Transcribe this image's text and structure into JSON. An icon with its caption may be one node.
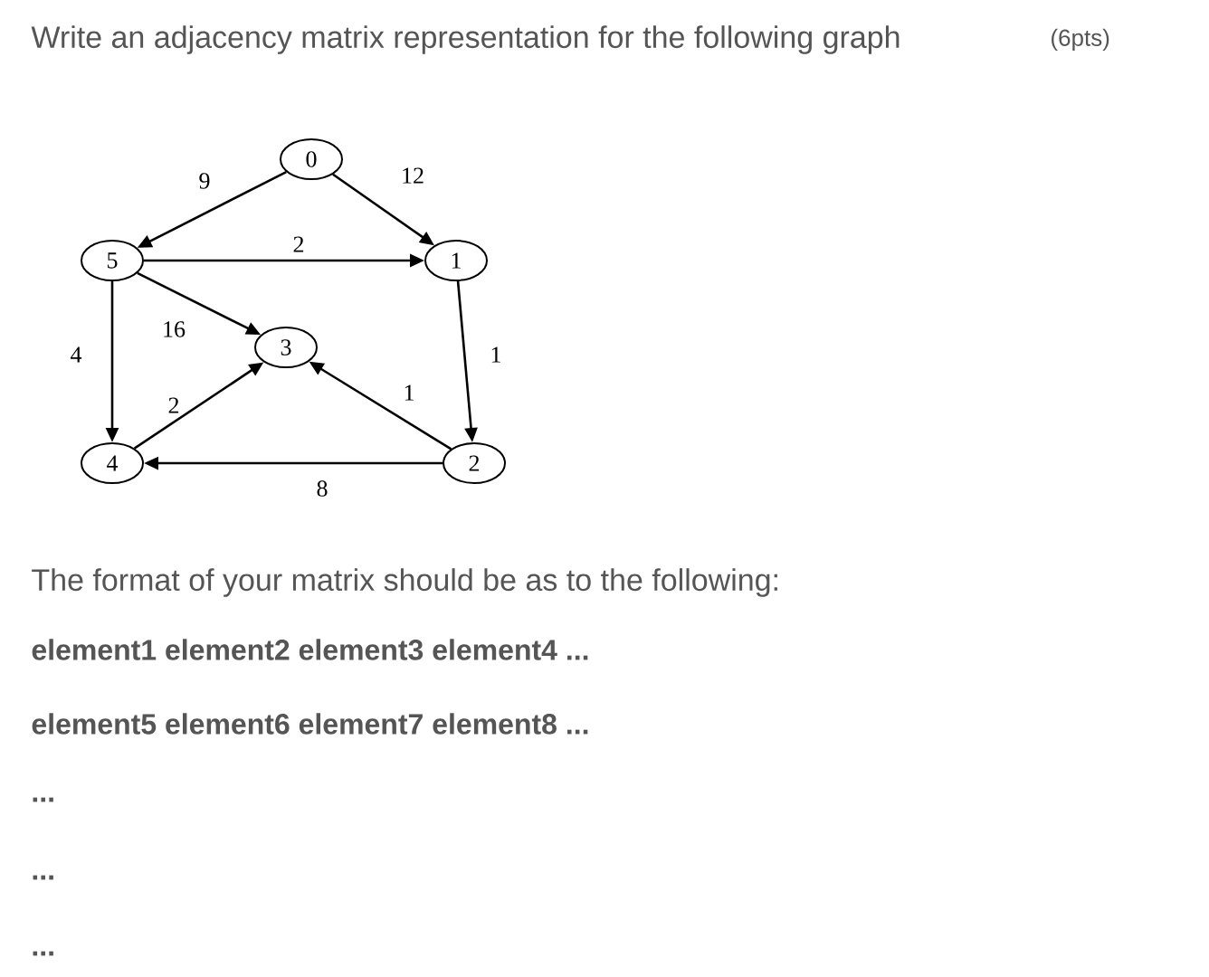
{
  "diagram": {
    "title": "Write an adjacency matrix representation for the following graph",
    "nodes": [
      {
        "text": [
          "0"
        ]
      },
      {
        "text": [
          "5"
        ]
      },
      {
        "text": [
          "1"
        ]
      },
      {
        "text": [
          "3"
        ]
      },
      {
        "text": [
          "4"
        ]
      },
      {
        "text": [
          "2"
        ]
      }
    ],
    "edges": [
      {
        "from": 0,
        "to": 1,
        "arrow": "to",
        "label": "9"
      },
      {
        "from": 0,
        "to": 2,
        "arrow": "to",
        "label": "12"
      },
      {
        "from": 1,
        "to": 2,
        "arrow": "to",
        "label": "2"
      },
      {
        "from": 1,
        "to": 3,
        "arrow": "to",
        "label": "16"
      },
      {
        "from": 1,
        "to": 4,
        "arrow": "to",
        "label": "4"
      },
      {
        "from": 2,
        "to": 5,
        "arrow": "to",
        "label": "1"
      },
      {
        "from": 4,
        "to": 3,
        "arrow": "to",
        "label": "2"
      },
      {
        "from": 5,
        "to": 3,
        "arrow": "to",
        "label": "1"
      },
      {
        "from": 5,
        "to": 4,
        "arrow": "to",
        "label": "8"
      }
    ],
    "labels": [
      "(6pts)",
      "The format of your matrix should be as to the following:",
      "element1 element2 element3 element4 ...",
      "element5 element6 element7 element8 ...",
      "...",
      "...",
      "..."
    ]
  }
}
